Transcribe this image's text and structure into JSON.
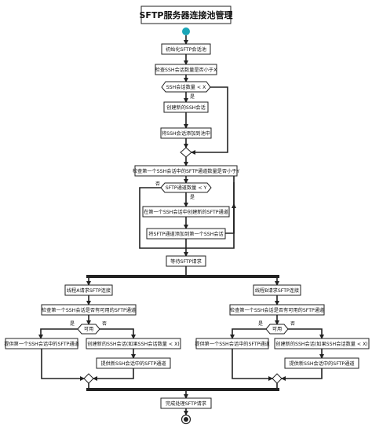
{
  "title": "SFTP服务器连接池管理",
  "colors": {
    "start": "#1aa6b7",
    "line": "#222222",
    "box_bg": "#ffffff"
  },
  "nodes": {
    "init": "初始化SFTP会话池",
    "check_ssh": "检查SSH会话数量是否小于X",
    "cond_ssh": "SSH会话数量 < X",
    "yes1": "是",
    "create_ssh": "创建新的SSH会话",
    "add_ssh": "将SSH会话添加到池中",
    "check_sftp": "检查第一个SSH会话中的SFTP通道数量是否小于Y",
    "cond_sftp": "SFTP通道数量 < Y",
    "no2": "否",
    "yes2": "是",
    "create_sftp": "在第一个SSH会话中创建新的SFTP通道",
    "add_sftp": "将SFTP通道添加到第一个SSH会话",
    "wait": "等待SFTP请求",
    "left_receive": "线程A请求SFTP连接",
    "right_receive": "线程B请求SFTP连接",
    "left_check": "检查第一个SSH会话是否有可用的SFTP通道",
    "right_check": "检查第一个SSH会话是否有可用的SFTP通道",
    "left_avail": "可用",
    "right_avail": "可用",
    "left_yes": "是",
    "left_no": "否",
    "right_yes": "是",
    "right_no": "否",
    "left_provide": "提供第一个SSH会话中的SFTP通道",
    "left_create": "创建新的SSH会话(如果SSH会话数量 < X)",
    "left_provide_new": "提供新SSH会话中的SFTP通道",
    "right_provide": "提供第一个SSH会话中的SFTP通道",
    "right_create": "创建新的SSH会话(如果SSH会话数量 < X)",
    "right_provide_new": "提供新SSH会话中的SFTP通道",
    "finish": "完成处理SFTP请求"
  }
}
